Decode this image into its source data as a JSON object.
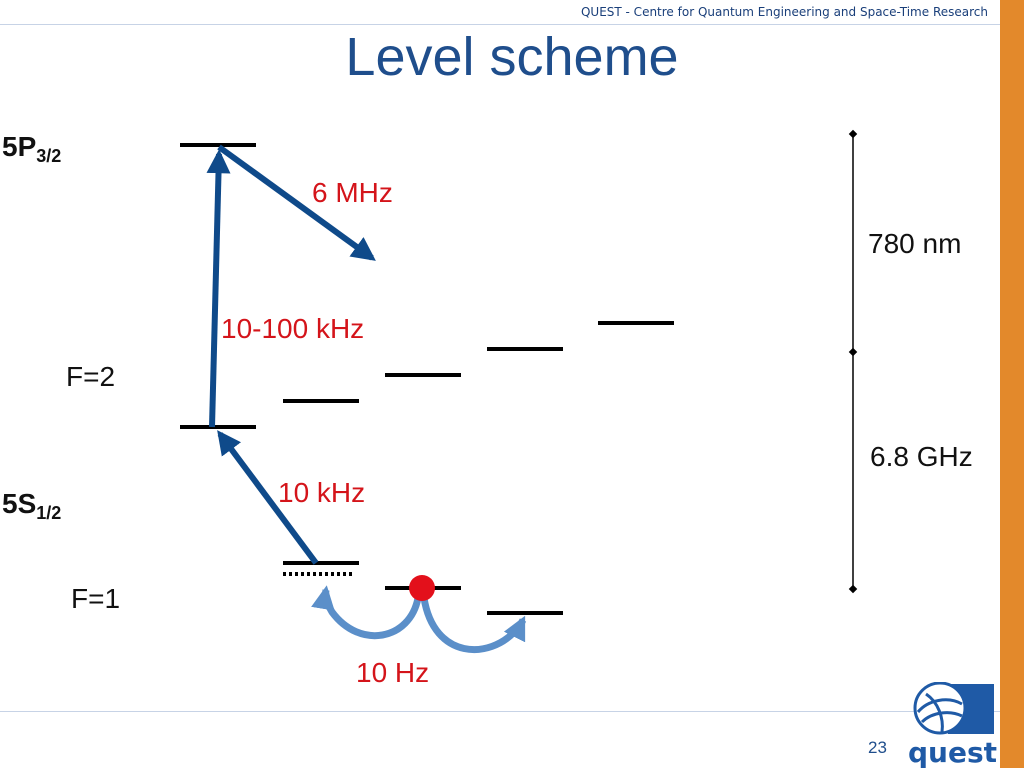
{
  "header": {
    "text": "QUEST - Centre for Quantum Engineering and Space-Time Research"
  },
  "title": "Level scheme",
  "page_number": "23",
  "levels": {
    "excited": {
      "name": "5P",
      "sub": "3/2"
    },
    "ground": {
      "name": "5S",
      "sub": "1/2"
    },
    "f2": "F=2",
    "f1": "F=1"
  },
  "annotations": {
    "decay": "6 MHz",
    "upper_transition": "10-100 kHz",
    "lower_transition": "10 kHz",
    "zeeman": "10 Hz"
  },
  "scale": {
    "optical": "780 nm",
    "hyperfine": "6.8 GHz"
  },
  "logo": {
    "text": "quest"
  },
  "colors": {
    "accent_orange": "#e3892b",
    "title_blue": "#1f4e8c",
    "arrow_blue": "#0f4a8a",
    "annotation_red": "#d4141a",
    "atom_red": "#e3101b"
  }
}
